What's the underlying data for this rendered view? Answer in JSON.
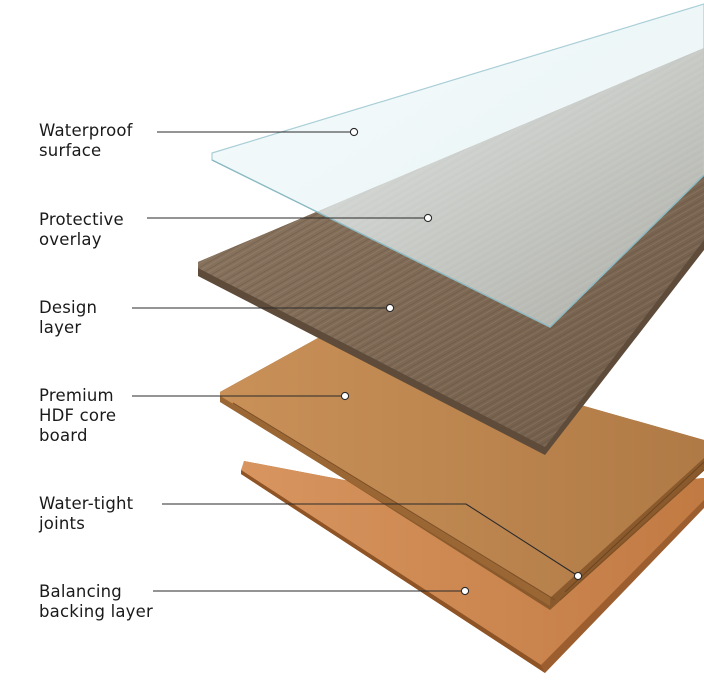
{
  "labels": [
    {
      "key": "waterproof-surface",
      "line1": "Waterproof",
      "line2": "surface"
    },
    {
      "key": "protective-overlay",
      "line1": "Protective",
      "line2": "overlay"
    },
    {
      "key": "design-layer",
      "line1": "Design",
      "line2": "layer"
    },
    {
      "key": "hdf-core-board",
      "line1": "Premium",
      "line2": "HDF core",
      "line3": "board"
    },
    {
      "key": "water-tight-joints",
      "line1": "Water-tight",
      "line2": "joints"
    },
    {
      "key": "balancing-backing-layer",
      "line1": "Balancing",
      "line2": "backing layer"
    }
  ],
  "colors": {
    "text": "#1a1a1a",
    "leader_line": "#2a2a2a",
    "glass": "#e6f3f6",
    "glass_edge": "#9fc4cc",
    "wood_design": "#8a7460",
    "core_board": "#b8824a",
    "backing": "#c9834f"
  }
}
